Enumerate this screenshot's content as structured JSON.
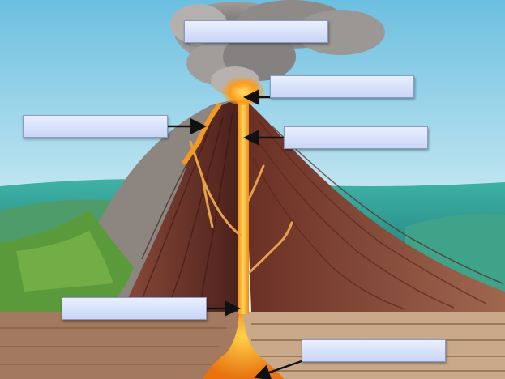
{
  "diagram": {
    "subject": "volcano-cross-section",
    "labels": [
      {
        "id": "label-top",
        "text": ""
      },
      {
        "id": "label-crater-right",
        "text": ""
      },
      {
        "id": "label-left",
        "text": ""
      },
      {
        "id": "label-vent-right",
        "text": ""
      },
      {
        "id": "label-lower-left",
        "text": ""
      },
      {
        "id": "label-bottom-right",
        "text": ""
      }
    ],
    "colors": {
      "sky": "#8fd0e8",
      "ash": "#8f8a86",
      "lava": "#f7a21b",
      "magma_core": "#ffd85a",
      "rock": "#7a3a2c",
      "label_fill": "#dbe4fb",
      "label_border": "#8a9bc4"
    }
  }
}
